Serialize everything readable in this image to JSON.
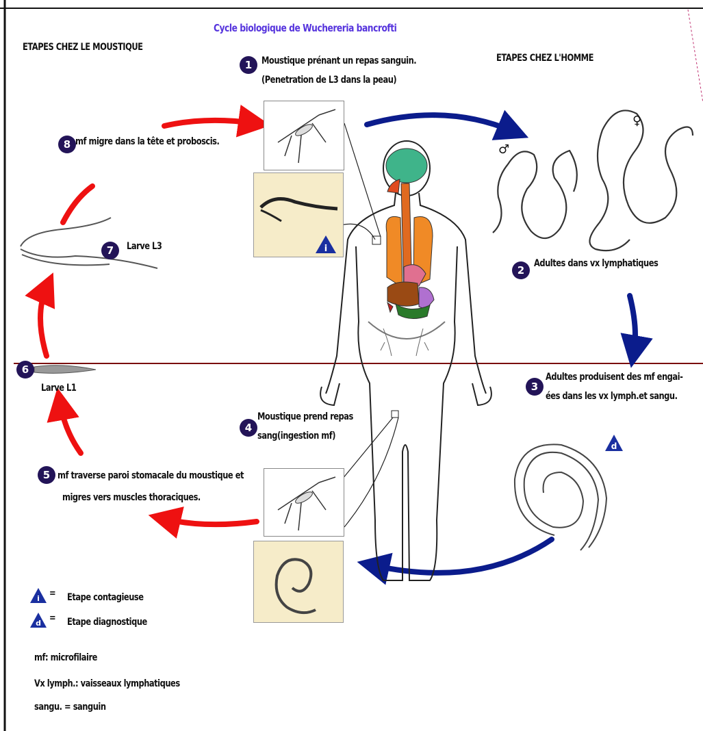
{
  "title": "Cycle biologique de Wuchereria bancrofti",
  "section_mosquito": "ETAPES CHEZ LE MOUSTIQUE",
  "section_human": "ETAPES CHEZ L'HOMME",
  "steps": [
    {
      "n": "1",
      "lines": [
        "Moustique prénant un repas sanguin.",
        "(Penetration de L3 dans la peau)"
      ]
    },
    {
      "n": "2",
      "lines": [
        "Adultes dans  vx lymphatiques"
      ]
    },
    {
      "n": "3",
      "lines": [
        "Adultes produisent des mf engai-",
        "ées dans les vx lymph.et sangu."
      ]
    },
    {
      "n": "4",
      "lines": [
        "Moustique prend repas",
        "sang(ingestion mf)"
      ]
    },
    {
      "n": "5",
      "lines": [
        "mf traverse paroi stomacale du moustique et",
        "migres vers muscles thoraciques."
      ]
    },
    {
      "n": "6",
      "lines": [
        "Larve L1"
      ]
    },
    {
      "n": "7",
      "lines": [
        "Larve L3"
      ]
    },
    {
      "n": "8",
      "lines": [
        "mf migre dans la tête et proboscis."
      ]
    }
  ],
  "stage_markers": {
    "infective": "i",
    "diagnostic": "d"
  },
  "sex_symbols": {
    "male": "♂",
    "female": "♀"
  },
  "legend": {
    "infective": "Etape contagieuse",
    "diagnostic": "Etape diagnostique",
    "notes": [
      "mf: microfilaire",
      "Vx lymph.: vaisseaux lymphatiques",
      "sangu. = sanguin"
    ]
  },
  "colors": {
    "arrow_red": "#ee1111",
    "arrow_blue": "#0b1c8c",
    "badge": "#231458",
    "title": "#5533dd",
    "panel": "#f6ecc9",
    "divider": "#7a0e0e"
  }
}
